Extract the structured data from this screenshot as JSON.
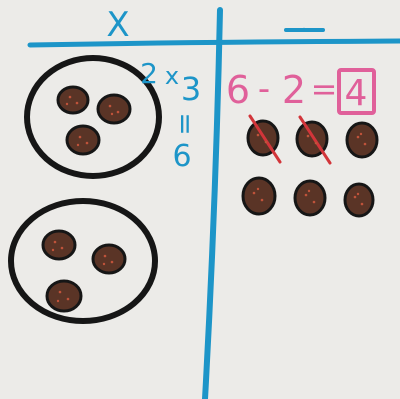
{
  "headers": {
    "multiply": "X",
    "subtract": "—"
  },
  "multiply_column": {
    "expr_factor_a": "2",
    "expr_times": "x",
    "expr_factor_b": "3",
    "expr_equals": "=",
    "expr_result": "6",
    "groups_count": 2,
    "dots_per_group": 3
  },
  "subtract_column": {
    "expr_minuend": "6",
    "expr_minus": "-",
    "expr_subtrahend": "2",
    "expr_equals": "=",
    "expr_answer": "4",
    "counters_total": 6,
    "counters_crossed": 2
  },
  "colors": {
    "paper": "#ecebe8",
    "blue_marker": "#1d95c8",
    "pink_marker": "#e0609a",
    "black_marker": "#161616",
    "brown_counter": "#5a3426",
    "red_cross": "#d2353a"
  },
  "icons": {
    "circle_group": "circle-group-icon",
    "counter": "brown-counter-icon"
  }
}
